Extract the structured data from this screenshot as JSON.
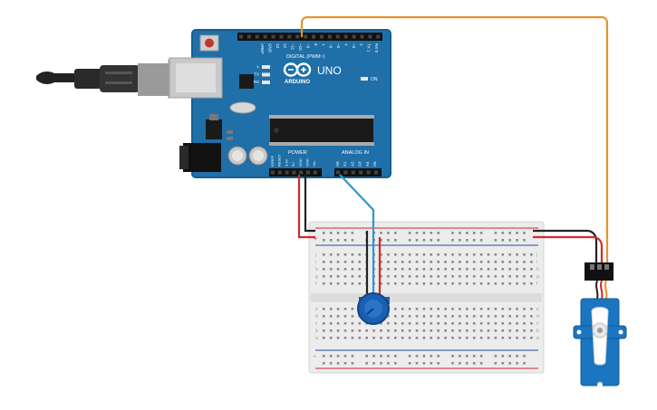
{
  "arduino": {
    "brand": "ARDUINO",
    "model": "UNO",
    "digital_header_label": "DIGITAL (PWM~)",
    "power_label": "POWER",
    "analog_label": "ANALOG IN",
    "on_label": "ON",
    "led_labels": [
      "L",
      "TX",
      "RX"
    ],
    "digital_pins": [
      "AREF",
      "GND",
      "13",
      "12",
      "~11",
      "~10",
      "~9",
      "8",
      "7",
      "~6",
      "~5",
      "4",
      "~3",
      "2",
      "TX 1",
      "RX 0"
    ],
    "power_pins": [
      "IOREF",
      "RESET",
      "3.3V",
      "5V",
      "GND",
      "GND",
      "Vin"
    ],
    "analog_pins": [
      "A0",
      "A1",
      "A2",
      "A3",
      "A4",
      "A5"
    ]
  },
  "breadboard": {
    "row_letters_top": [
      "j",
      "i",
      "h",
      "g",
      "f"
    ],
    "row_letters_bottom": [
      "e",
      "d",
      "c",
      "b",
      "a"
    ],
    "column_count": 30,
    "rail_plus": "+",
    "rail_minus": "-"
  },
  "colors": {
    "board": "#1f6fa8",
    "board_edge": "#185f91",
    "breadboard": "#ececec",
    "wire_red": "#d6262c",
    "wire_black": "#222222",
    "wire_blue": "#2f97d0",
    "wire_orange": "#e8912a",
    "servo": "#1b75c0",
    "potentiometer": "#1a5fb0"
  },
  "icons": {
    "usb": "usb-cable-icon",
    "power_jack": "power-jack-icon",
    "reset": "reset-button-icon",
    "logo": "arduino-infinity-logo-icon"
  }
}
